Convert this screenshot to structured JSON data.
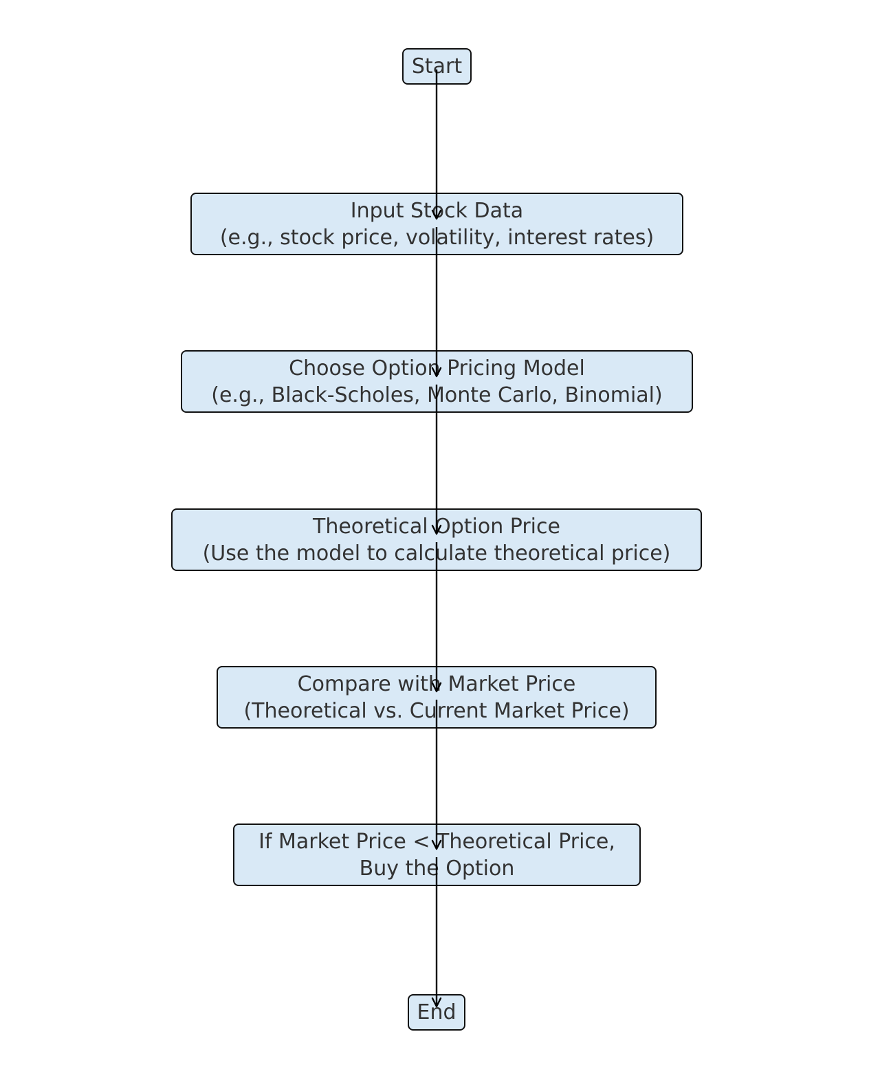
{
  "colors": {
    "node_fill": "#d9e9f6",
    "node_stroke": "#111111",
    "node_text": "#333333",
    "connector": "#000000"
  },
  "flowchart": {
    "nodes": [
      {
        "id": "start",
        "lines": [
          "Start"
        ]
      },
      {
        "id": "input",
        "lines": [
          "Input Stock Data",
          "(e.g., stock price, volatility, interest rates)"
        ]
      },
      {
        "id": "model",
        "lines": [
          "Choose Option Pricing Model",
          "(e.g., Black-Scholes, Monte Carlo, Binomial)"
        ]
      },
      {
        "id": "theo",
        "lines": [
          "Theoretical Option Price",
          "(Use the model to calculate theoretical price)"
        ]
      },
      {
        "id": "comp",
        "lines": [
          "Compare with Market Price",
          "(Theoretical vs. Current Market Price)"
        ]
      },
      {
        "id": "buy",
        "lines": [
          "If Market Price < Theoretical Price,",
          "Buy the Option"
        ]
      },
      {
        "id": "end",
        "lines": [
          "End"
        ]
      }
    ],
    "edges": [
      {
        "from": "start",
        "to": "input"
      },
      {
        "from": "input",
        "to": "model"
      },
      {
        "from": "model",
        "to": "theo"
      },
      {
        "from": "theo",
        "to": "comp"
      },
      {
        "from": "comp",
        "to": "buy"
      },
      {
        "from": "buy",
        "to": "end"
      }
    ]
  }
}
